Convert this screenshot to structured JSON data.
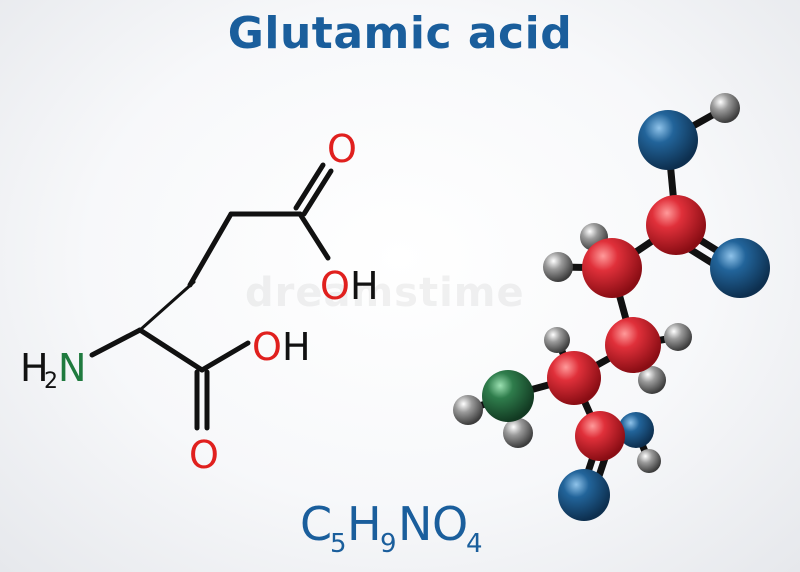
{
  "title": "Glutamic acid",
  "watermark": "dreamstime",
  "structural_formula": {
    "labels": {
      "carbonyl_o_top": "O",
      "hydroxyl_top_o": "O",
      "hydroxyl_top_h": "H",
      "hydroxyl_right_o": "O",
      "hydroxyl_right_h": "H",
      "amine_h": "H",
      "amine_sub": "2",
      "amine_n": "N",
      "carbonyl_o_bottom": "O"
    }
  },
  "molecular_formula": {
    "parts": [
      {
        "el": "C",
        "n": "5"
      },
      {
        "el": "H",
        "n": "9"
      },
      {
        "el": "N",
        "n": ""
      },
      {
        "el": "O",
        "n": "4"
      }
    ]
  },
  "model_colors": {
    "carbon": "#d9262b",
    "oxygen": "#1b5d8e",
    "nitrogen": "#2f7a4a",
    "hydrogen": "#8a8a8a",
    "bond": "#111111",
    "label_oxygen": "#e0201e",
    "label_nitrogen": "#1f7a3e",
    "label_other": "#111111"
  }
}
